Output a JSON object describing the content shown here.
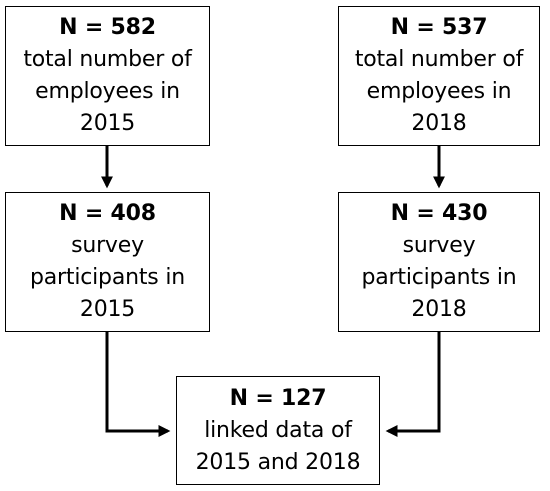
{
  "boxes": {
    "employees_2015": {
      "count": "N = 582",
      "lines": [
        "total number of",
        "employees in",
        "2015"
      ]
    },
    "employees_2018": {
      "count": "N = 537",
      "lines": [
        "total number of",
        "employees in",
        "2018"
      ]
    },
    "participants_2015": {
      "count": "N = 408",
      "lines": [
        "survey",
        "participants in",
        "2015"
      ]
    },
    "participants_2018": {
      "count": "N = 430",
      "lines": [
        "survey",
        "participants in",
        "2018"
      ]
    },
    "linked": {
      "count": "N = 127",
      "lines": [
        "linked data of",
        "2015 and 2018"
      ]
    }
  },
  "colors": {
    "line": "#000000",
    "box_fill": "#ffffff",
    "text": "#000000"
  }
}
